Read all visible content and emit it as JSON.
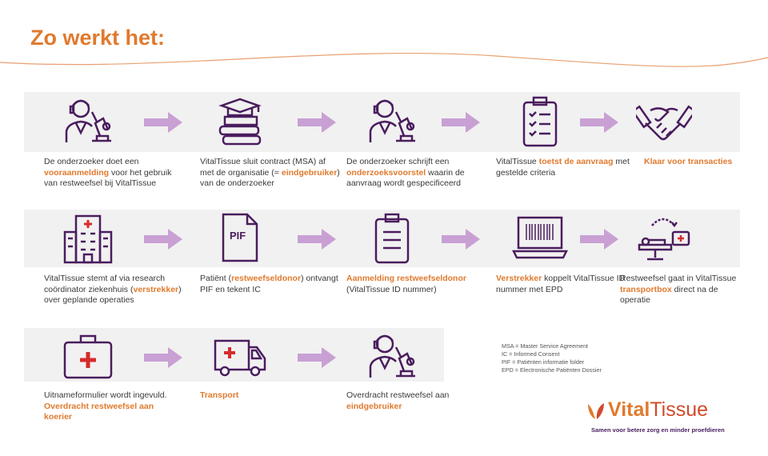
{
  "title": "Zo werkt het:",
  "colors": {
    "accent": "#e07a2e",
    "icon": "#4a1d5e",
    "arrow": "#c9a0d4",
    "band": "#f1f1f1"
  },
  "steps": [
    {
      "icon": "researcher-microscope-icon",
      "caption": [
        {
          "t": "De onderzoeker doet een "
        },
        {
          "t": "vooraanmelding",
          "hl": true
        },
        {
          "t": " voor het gebruik van restweefsel bij VitalTissue"
        }
      ]
    },
    {
      "icon": "books-graduation-cap-icon",
      "caption": [
        {
          "t": "VitalTissue sluit contract (MSA) af met de organisatie (= "
        },
        {
          "t": "eindgebruiker",
          "hl": true
        },
        {
          "t": ") van de onderzoeker"
        }
      ]
    },
    {
      "icon": "researcher-microscope-icon",
      "caption": [
        {
          "t": "De onderzoeker schrijft een "
        },
        {
          "t": "onderzoeksvoorstel",
          "hl": true
        },
        {
          "t": " waarin de aanvraag wordt gespecificeerd"
        }
      ]
    },
    {
      "icon": "clipboard-checklist-icon",
      "caption": [
        {
          "t": "VitalTissue "
        },
        {
          "t": "toetst de aanvraag",
          "hl": true
        },
        {
          "t": " met gestelde criteria"
        }
      ]
    },
    {
      "icon": "handshake-icon",
      "caption": [
        {
          "t": "Klaar voor transacties",
          "hl": true
        }
      ]
    },
    {
      "icon": "hospital-icon",
      "caption": [
        {
          "t": "VitalTissue stemt af via research coördinator ziekenhuis ("
        },
        {
          "t": "verstrekker",
          "hl": true
        },
        {
          "t": ") over geplande operaties"
        }
      ]
    },
    {
      "icon": "pif-document-icon",
      "icon_label": "PIF",
      "caption": [
        {
          "t": "Patiënt ("
        },
        {
          "t": "restweefseldonor",
          "hl": true
        },
        {
          "t": ") ontvangt PIF en tekent IC"
        }
      ]
    },
    {
      "icon": "clipboard-icon",
      "caption": [
        {
          "t": "Aanmelding restweefseldonor",
          "hl": true
        },
        {
          "t": " (VitalTissue ID nummer)"
        }
      ]
    },
    {
      "icon": "laptop-barcode-icon",
      "caption": [
        {
          "t": "Verstrekker",
          "hl": true
        },
        {
          "t": " koppelt VitalTissue ID nummer met EPD"
        }
      ]
    },
    {
      "icon": "operating-table-transport-icon",
      "caption": [
        {
          "t": "Restweefsel gaat in VitalTissue "
        },
        {
          "t": "transportbox",
          "hl": true
        },
        {
          "t": " direct na de operatie"
        }
      ]
    },
    {
      "icon": "first-aid-kit-icon",
      "caption": [
        {
          "t": "Uitnameformulier wordt ingevuld. "
        },
        {
          "t": "Overdracht restweefsel aan koerier",
          "hl": true
        }
      ]
    },
    {
      "icon": "ambulance-icon",
      "caption": [
        {
          "t": "Transport",
          "hl": true
        }
      ]
    },
    {
      "icon": "researcher-microscope-icon",
      "caption": [
        {
          "t": "Overdracht restweefsel aan "
        },
        {
          "t": "eindgebruiker",
          "hl": true
        }
      ]
    }
  ],
  "legend": [
    "MSA = Master Service Agreement",
    "IC = Informed Consent",
    "PIF = Patiënten informatie folder",
    "EPD = Electronische Patiënten Dossier"
  ],
  "logo": {
    "brand_a": "Vital",
    "brand_b": "Tissue",
    "tagline": "Samen voor betere zorg en minder proefdieren"
  }
}
